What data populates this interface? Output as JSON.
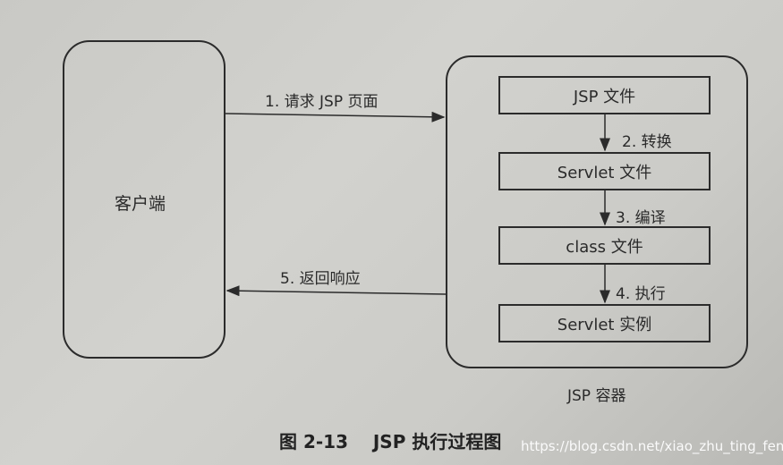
{
  "client": {
    "label": "客户端"
  },
  "container": {
    "label": "JSP 容器",
    "stages": [
      "JSP 文件",
      "Servlet 文件",
      "class 文件",
      "Servlet 实例"
    ],
    "steps": [
      "2. 转换",
      "3. 编译",
      "4. 执行"
    ]
  },
  "request": {
    "label": "1. 请求 JSP 页面"
  },
  "response": {
    "label": "5. 返回响应"
  },
  "caption": "图 2-13    JSP 执行过程图",
  "watermark": "https://blog.csdn.net/xiao_zhu_ting_feng"
}
